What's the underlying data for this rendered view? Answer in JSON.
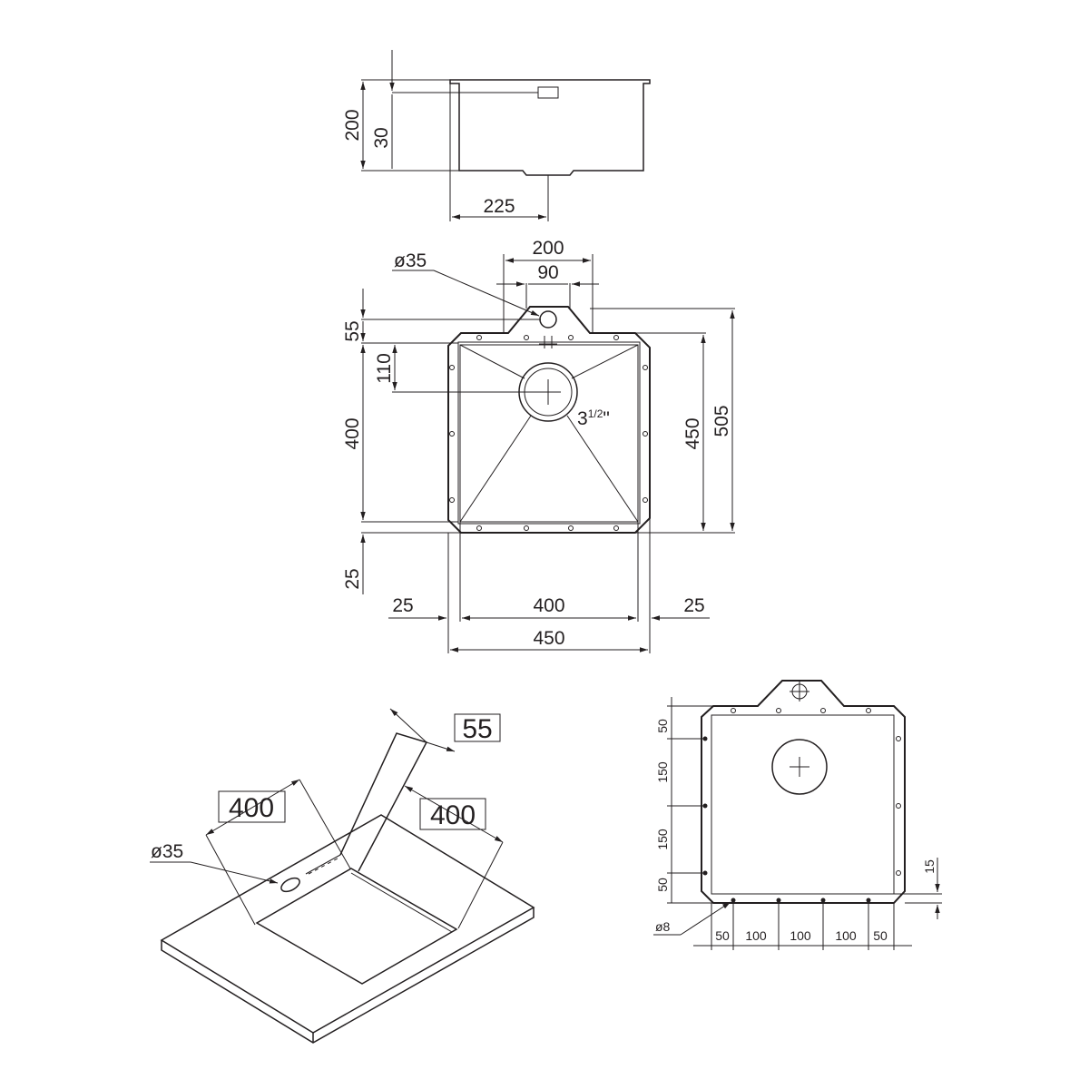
{
  "side_view": {
    "height_total": "200",
    "overflow_height": "30",
    "drain_offset": "225"
  },
  "top_view": {
    "overflow_diameter": "ø35",
    "flange_width": "200",
    "overflow_spacing": "90",
    "flange_height": "55",
    "drain_offset": "110",
    "inner_height": "400",
    "bottom_margin": "25",
    "drain_size": "3",
    "drain_size_fraction": "1/2",
    "drain_size_unit": "\"",
    "outer_height": "450",
    "total_height": "505",
    "left_margin": "25",
    "inner_width": "400",
    "right_margin": "25",
    "outer_width": "450"
  },
  "iso_view": {
    "flange_depth": "55",
    "bowl_width": "400",
    "bowl_length": "400",
    "overflow_diameter": "ø35"
  },
  "clip_view": {
    "side_spacing": [
      "50",
      "150",
      "150",
      "50"
    ],
    "bottom_offset": "15",
    "hole_diameter": "ø8",
    "bottom_spacing": [
      "50",
      "100",
      "100",
      "100",
      "50"
    ]
  }
}
